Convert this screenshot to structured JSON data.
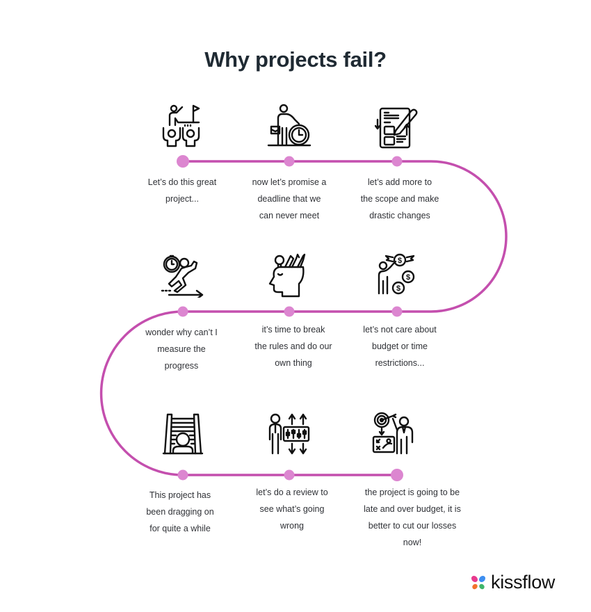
{
  "title": "Why projects fail?",
  "colors": {
    "path": "#c44fae",
    "dot": "#dc86d0",
    "title": "#1f2a33",
    "text": "#2f3136",
    "icon": "#111111"
  },
  "steps": [
    {
      "id": 1,
      "icon": "team-celebrating-flag-icon",
      "lines": [
        "Let’s do this great",
        "project..."
      ]
    },
    {
      "id": 2,
      "icon": "businessman-clock-icon",
      "lines": [
        "now let’s promise a",
        "deadline that we",
        "can never meet"
      ]
    },
    {
      "id": 3,
      "icon": "document-edit-icon",
      "lines": [
        "let’s add more to",
        "the scope and make",
        "drastic changes"
      ]
    },
    {
      "id": 4,
      "icon": "budget-money-wings-icon",
      "lines": [
        "let’s not care about",
        "budget or time",
        "restrictions..."
      ]
    },
    {
      "id": 5,
      "icon": "creative-head-tools-icon",
      "lines": [
        "it’s time to break",
        "the rules and do our",
        "own thing"
      ]
    },
    {
      "id": 6,
      "icon": "stopwatch-runner-icon",
      "lines": [
        "wonder why can’t I",
        "measure the",
        "progress"
      ]
    },
    {
      "id": 7,
      "icon": "person-staircase-icon",
      "lines": [
        "This project has",
        "been dragging on",
        "for quite a while"
      ]
    },
    {
      "id": 8,
      "icon": "businessman-adjustments-icon",
      "lines": [
        "let’s do a review to",
        "see what’s going",
        "wrong"
      ]
    },
    {
      "id": 9,
      "icon": "target-strategy-icon",
      "lines": [
        "the project is going to be",
        "late and over budget, it is",
        "better to cut our losses",
        "now!"
      ]
    }
  ],
  "logo": {
    "text": "kissflow",
    "petal_colors": [
      "#e83a8e",
      "#3d8ef0",
      "#f3722c",
      "#3fb56b"
    ]
  }
}
